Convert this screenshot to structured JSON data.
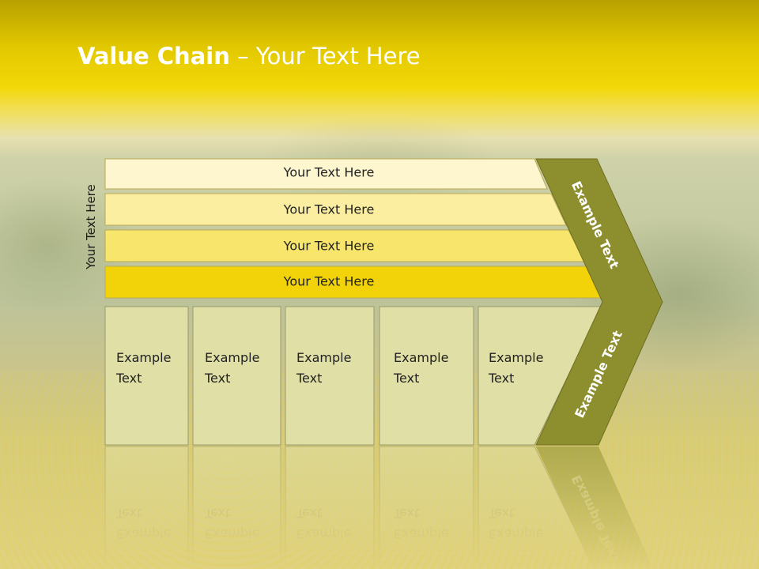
{
  "title": {
    "bold": "Value Chain",
    "rest": " – Your Text Here"
  },
  "side_label": "Your Text Here",
  "bands": [
    {
      "label": "Your Text Here",
      "color": "#fdf6cf"
    },
    {
      "label": "Your Text Here",
      "color": "#fbeea0"
    },
    {
      "label": "Your Text Here",
      "color": "#f7e56c"
    },
    {
      "label": "Your Text Here",
      "color": "#f2d30a"
    }
  ],
  "boxes": [
    {
      "line1": "Example",
      "line2": "Text"
    },
    {
      "line1": "Example",
      "line2": "Text"
    },
    {
      "line1": "Example",
      "line2": "Text"
    },
    {
      "line1": "Example",
      "line2": "Text"
    },
    {
      "line1": "Example",
      "line2": "Text"
    }
  ],
  "chevron": {
    "upper": "Example Text",
    "lower": "Example Text",
    "color": "#8d8e2e"
  },
  "box_color": "#e0dfa6"
}
